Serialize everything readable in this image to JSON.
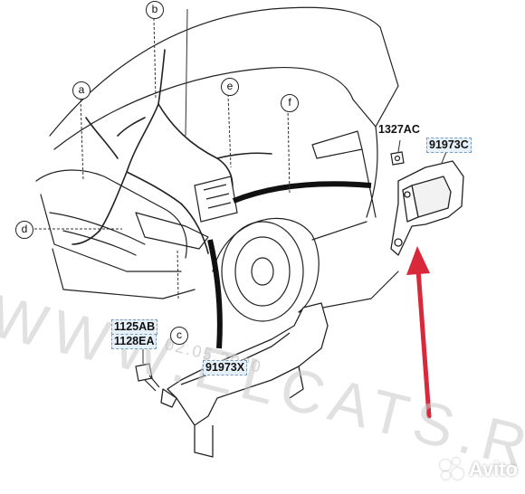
{
  "watermark": {
    "main": "WWW.ELCATS.RU",
    "secondary": "02.05.2020"
  },
  "callouts": {
    "a": "a",
    "b": "b",
    "c": "c",
    "d": "d",
    "e": "e",
    "f": "f"
  },
  "parts": {
    "bracket_upper": "1327AC",
    "harness_right": "91973C",
    "bolt_1": "1125AB",
    "bolt_2": "1128EA",
    "harness_lower": "91973X"
  },
  "branding": {
    "name": "Avito"
  },
  "colors": {
    "line": "#222222",
    "pointer_arrow": "#d8283a",
    "label_highlight": "#e6f0f8",
    "watermark": "#c9c9c9"
  }
}
